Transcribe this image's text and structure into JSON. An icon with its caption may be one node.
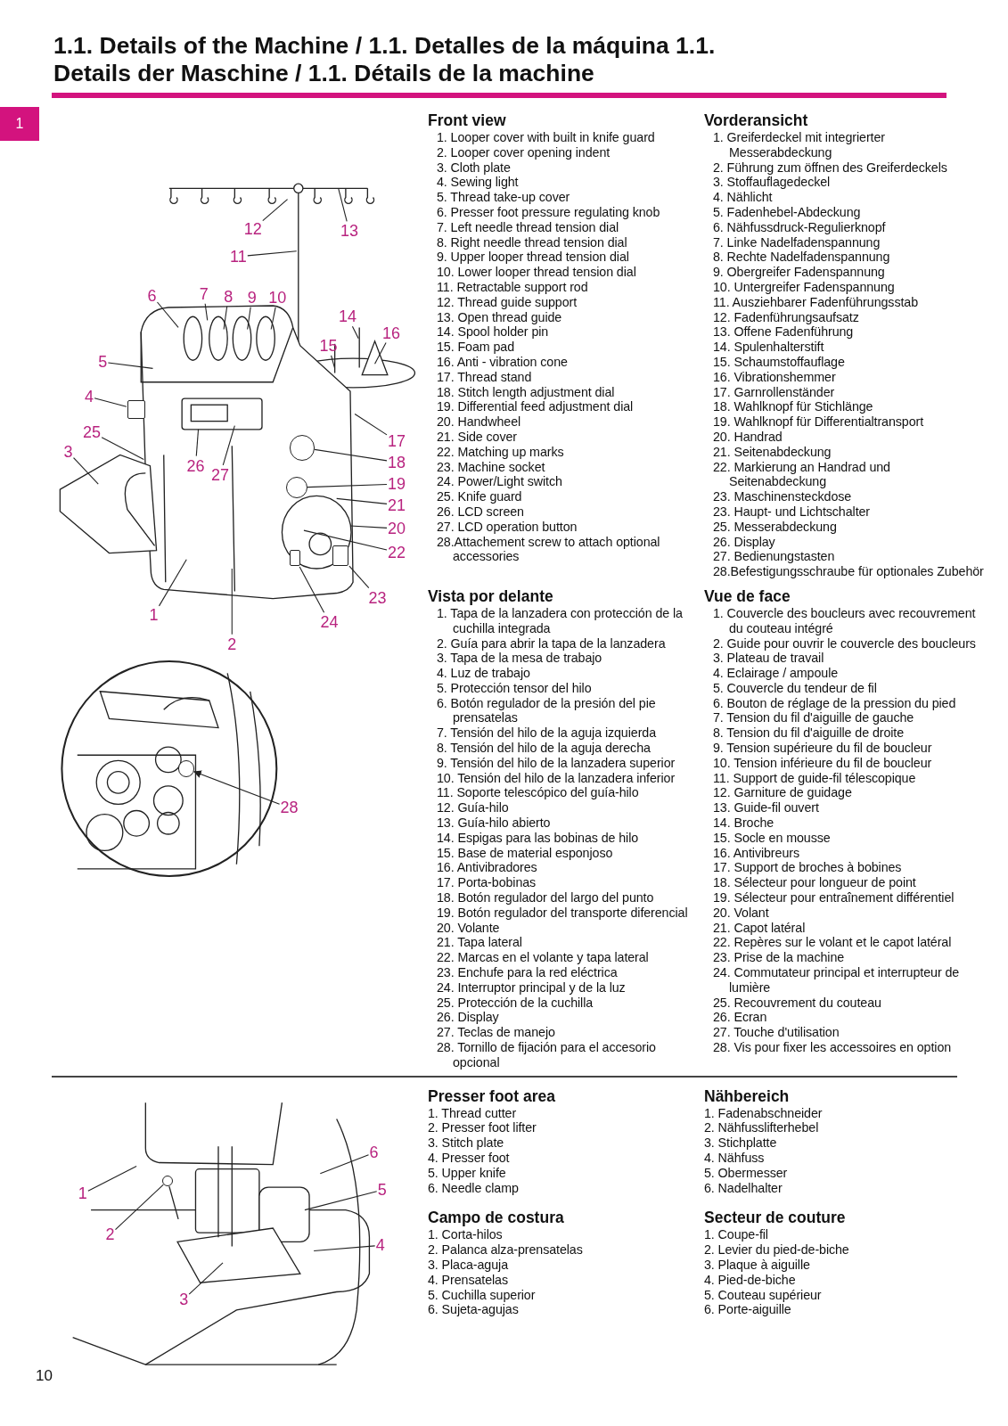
{
  "diagram": {
    "title": "1.1. Details of the Machine / 1.1. Detalles de la máquina 1.1. Details der Maschine / 1.1. Détails de la machine",
    "nodes": [
      {
        "text": [
          "12"
        ]
      },
      {
        "text": [
          "13"
        ]
      },
      {
        "text": [
          "11"
        ]
      },
      {
        "text": [
          "6"
        ]
      },
      {
        "text": [
          "7"
        ]
      },
      {
        "text": [
          "8"
        ]
      },
      {
        "text": [
          "9"
        ]
      },
      {
        "text": [
          "10"
        ]
      },
      {
        "text": [
          "14"
        ]
      },
      {
        "text": [
          "16"
        ]
      },
      {
        "text": [
          "15"
        ]
      },
      {
        "text": [
          "5"
        ]
      },
      {
        "text": [
          "4"
        ]
      },
      {
        "text": [
          "25"
        ]
      },
      {
        "text": [
          "3"
        ]
      },
      {
        "text": [
          "26"
        ]
      },
      {
        "text": [
          "27"
        ]
      },
      {
        "text": [
          "17"
        ]
      },
      {
        "text": [
          "18"
        ]
      },
      {
        "text": [
          "19"
        ]
      },
      {
        "text": [
          "21"
        ]
      },
      {
        "text": [
          "20"
        ]
      },
      {
        "text": [
          "22"
        ]
      },
      {
        "text": [
          "23"
        ]
      },
      {
        "text": [
          "24"
        ]
      },
      {
        "text": [
          "1"
        ]
      },
      {
        "text": [
          "2"
        ]
      },
      {
        "text": [
          "28"
        ]
      },
      {
        "text": [
          "6"
        ]
      },
      {
        "text": [
          "1"
        ]
      },
      {
        "text": [
          "5"
        ]
      },
      {
        "text": [
          "2"
        ]
      },
      {
        "text": [
          "4"
        ]
      },
      {
        "text": [
          "3"
        ]
      },
      {
        "text": [],
        "shape": "box"
      },
      {
        "text": [],
        "shape": "circle"
      },
      {
        "text": [],
        "shape": "circle"
      },
      {
        "text": [],
        "shape": "box"
      },
      {
        "text": [],
        "shape": "box"
      },
      {
        "text": [],
        "shape": "circle"
      },
      {
        "text": [],
        "shape": "circle"
      }
    ],
    "edges": [
      {
        "from": 0,
        "to": null,
        "arrow": "none"
      },
      {
        "from": 1,
        "to": null,
        "arrow": "none"
      },
      {
        "from": 2,
        "to": null,
        "arrow": "none"
      },
      {
        "from": 3,
        "to": null,
        "arrow": "none"
      },
      {
        "from": 4,
        "to": null,
        "arrow": "none"
      },
      {
        "from": 5,
        "to": null,
        "arrow": "none"
      },
      {
        "from": 6,
        "to": null,
        "arrow": "none"
      },
      {
        "from": 7,
        "to": null,
        "arrow": "none"
      },
      {
        "from": 8,
        "to": null,
        "arrow": "none"
      },
      {
        "from": 9,
        "to": null,
        "arrow": "none"
      },
      {
        "from": 10,
        "to": null,
        "arrow": "none"
      },
      {
        "from": 11,
        "to": null,
        "arrow": "none"
      },
      {
        "from": 12,
        "to": 34,
        "arrow": "none"
      },
      {
        "from": 13,
        "to": null,
        "arrow": "none"
      },
      {
        "from": 14,
        "to": null,
        "arrow": "none"
      },
      {
        "from": 15,
        "to": null,
        "arrow": "none"
      },
      {
        "from": 16,
        "to": null,
        "arrow": "none"
      },
      {
        "from": 17,
        "to": null,
        "arrow": "none"
      },
      {
        "from": 18,
        "to": 35,
        "arrow": "none"
      },
      {
        "from": 19,
        "to": 36,
        "arrow": "none"
      },
      {
        "from": 20,
        "to": null,
        "arrow": "none"
      },
      {
        "from": 21,
        "to": null,
        "arrow": "none"
      },
      {
        "from": 22,
        "to": null,
        "arrow": "none"
      },
      {
        "from": 23,
        "to": 37,
        "arrow": "none"
      },
      {
        "from": 24,
        "to": 38,
        "arrow": "none"
      },
      {
        "from": 25,
        "to": null,
        "arrow": "none"
      },
      {
        "from": 26,
        "to": null,
        "arrow": "none"
      },
      {
        "from": 27,
        "to": 39,
        "arrow": "to"
      },
      {
        "from": 28,
        "to": null,
        "arrow": "none"
      },
      {
        "from": 29,
        "to": null,
        "arrow": "none"
      },
      {
        "from": 30,
        "to": null,
        "arrow": "none"
      },
      {
        "from": 31,
        "to": 40,
        "arrow": "none"
      },
      {
        "from": 32,
        "to": null,
        "arrow": "none"
      },
      {
        "from": 33,
        "to": null,
        "arrow": "none"
      }
    ],
    "labels": [
      "1",
      "Front view",
      "1. Looper cover with built in knife guard",
      "2. Looper cover opening indent",
      "3. Cloth plate",
      "4. Sewing light",
      "5. Thread take-up cover",
      "6. Presser foot pressure regulating knob",
      "7. Left needle thread tension dial",
      "8. Right needle thread tension dial",
      "9. Upper looper thread tension dial",
      "10. Lower looper thread tension dial",
      "11. Retractable support rod",
      "12. Thread guide support",
      "13. Open thread guide",
      "14. Spool holder pin",
      "15. Foam pad",
      "16. Anti - vibration cone",
      "17. Thread stand",
      "18. Stitch length adjustment dial",
      "19. Differential feed adjustment dial",
      "20. Handwheel",
      "21. Side cover",
      "22. Matching up marks",
      "23. Machine socket",
      "24. Power/Light switch",
      "25. Knife guard",
      "26. LCD screen",
      "27. LCD operation button",
      "28.Attachement screw to attach optional accessories",
      "Vorderansicht",
      "1. Greiferdeckel mit integrierter Messerabdeckung",
      "2. Führung zum öffnen des Greiferdeckels",
      "3. Stoffauflagedeckel",
      "4. Nählicht",
      "5. Fadenhebel-Abdeckung",
      "6. Nähfussdruck-Regulierknopf",
      "7. Linke Nadelfadenspannung",
      "8. Rechte Nadelfadenspannung",
      "9. Obergreifer Fadenspannung",
      "10. Untergreifer Fadenspannung",
      "11. Ausziehbarer Fadenführungsstab",
      "12. Fadenführungsaufsatz",
      "13. Offene Fadenführung",
      "14. Spulenhalterstift",
      "15. Schaumstoffauflage",
      "16. Vibrationshemmer",
      "17. Garnrollenständer",
      "18. Wahlknopf für Stichlänge",
      "19. Wahlknopf für Differentialtransport",
      "20. Handrad",
      "21. Seitenabdeckung",
      "22. Markierung an Handrad und Seitenabdeckung",
      "23. Maschinensteckdose",
      "23. Haupt- und Lichtschalter",
      "25. Messerabdeckung",
      "26. Display",
      "27. Bedienungstasten",
      "28.Befestigungsschraube für optionales Zubehör",
      "Vista por delante",
      "1. Tapa de la lanzadera con protección de la cuchilla integrada",
      "2. Guía para abrir la tapa de la lanzadera",
      "3. Tapa de la mesa de trabajo",
      "4. Luz de trabajo",
      "5. Protección tensor del hilo",
      "6. Botón regulador de la presión del pie prensatelas",
      "7. Tensión del hilo de la aguja izquierda",
      "8. Tensión del hilo de la aguja derecha",
      "9. Tensión del hilo de la lanzadera superior",
      "10. Tensión del hilo de la lanzadera inferior",
      "11. Soporte telescópico del guía-hilo",
      "12. Guía-hilo",
      "13. Guía-hilo abierto",
      "14. Espigas para las bobinas de hilo",
      "15. Base de material esponjoso",
      "16. Antivibradores",
      "17. Porta-bobinas",
      "18. Botón regulador del largo del punto",
      "19. Botón regulador del transporte diferencial",
      "20. Volante",
      "21. Tapa lateral",
      "22. Marcas en el volante y tapa lateral",
      "23. Enchufe para la red eléctrica",
      "24. Interruptor principal y de la luz",
      "25. Protección de la cuchilla",
      "26. Display",
      "27. Teclas de manejo",
      "28. Tornillo de fijación para el accesorio opcional",
      "Vue de face",
      "1. Couvercle des boucleurs avec recouvrement du couteau intégré",
      "2. Guide pour ouvrir le couvercle des boucleurs",
      "3. Plateau de travail",
      "4. Eclairage / ampoule",
      "5. Couvercle du tendeur de fil",
      "6. Bouton de réglage de la pression du pied",
      "7. Tension du fil d'aiguille de gauche",
      "8. Tension du fil d'aiguille de droite",
      "9. Tension supérieure du fil de boucleur",
      "10. Tension inférieure du fil de boucleur",
      "11. Support de guide-fil télescopique",
      "12. Garniture de guidage",
      "13. Guide-fil ouvert",
      "14. Broche",
      "15. Socle en mousse",
      "16. Antivibreurs",
      "17. Support de broches à bobines",
      "18. Sélecteur pour longueur de point",
      "19. Sélecteur pour entraînement différentiel",
      "20. Volant",
      "21. Capot latéral",
      "22. Repères sur le volant et le capot latéral",
      "23. Prise de la machine",
      "24. Commutateur principal et interrupteur de lumière",
      "25. Recouvrement du couteau",
      "26. Ecran",
      "27. Touche d'utilisation",
      "28. Vis pour fixer les accessoires en option",
      "Presser foot area",
      "1. Thread cutter",
      "2. Presser foot lifter",
      "3. Stitch plate",
      "4. Presser foot",
      "5. Upper knife",
      "6. Needle clamp",
      "Nähbereich",
      "1. Fadenabschneider",
      "2. Nähfusslifterhebel",
      "3. Stichplatte",
      "4. Nähfuss",
      "5. Obermesser",
      "6. Nadelhalter",
      "Campo de costura",
      "1. Corta-hilos",
      "2. Palanca alza-prensatelas",
      "3. Placa-aguja",
      "4. Prensatelas",
      "5. Cuchilla superior",
      "6. Sujeta-agujas",
      "Secteur de couture",
      "1. Coupe-fil",
      "2. Levier du pied-de-biche",
      "3. Plaque à aiguille",
      "4. Pied-de-biche",
      "5. Couteau supérieur",
      "6. Porte-aiguille",
      "10"
    ]
  }
}
